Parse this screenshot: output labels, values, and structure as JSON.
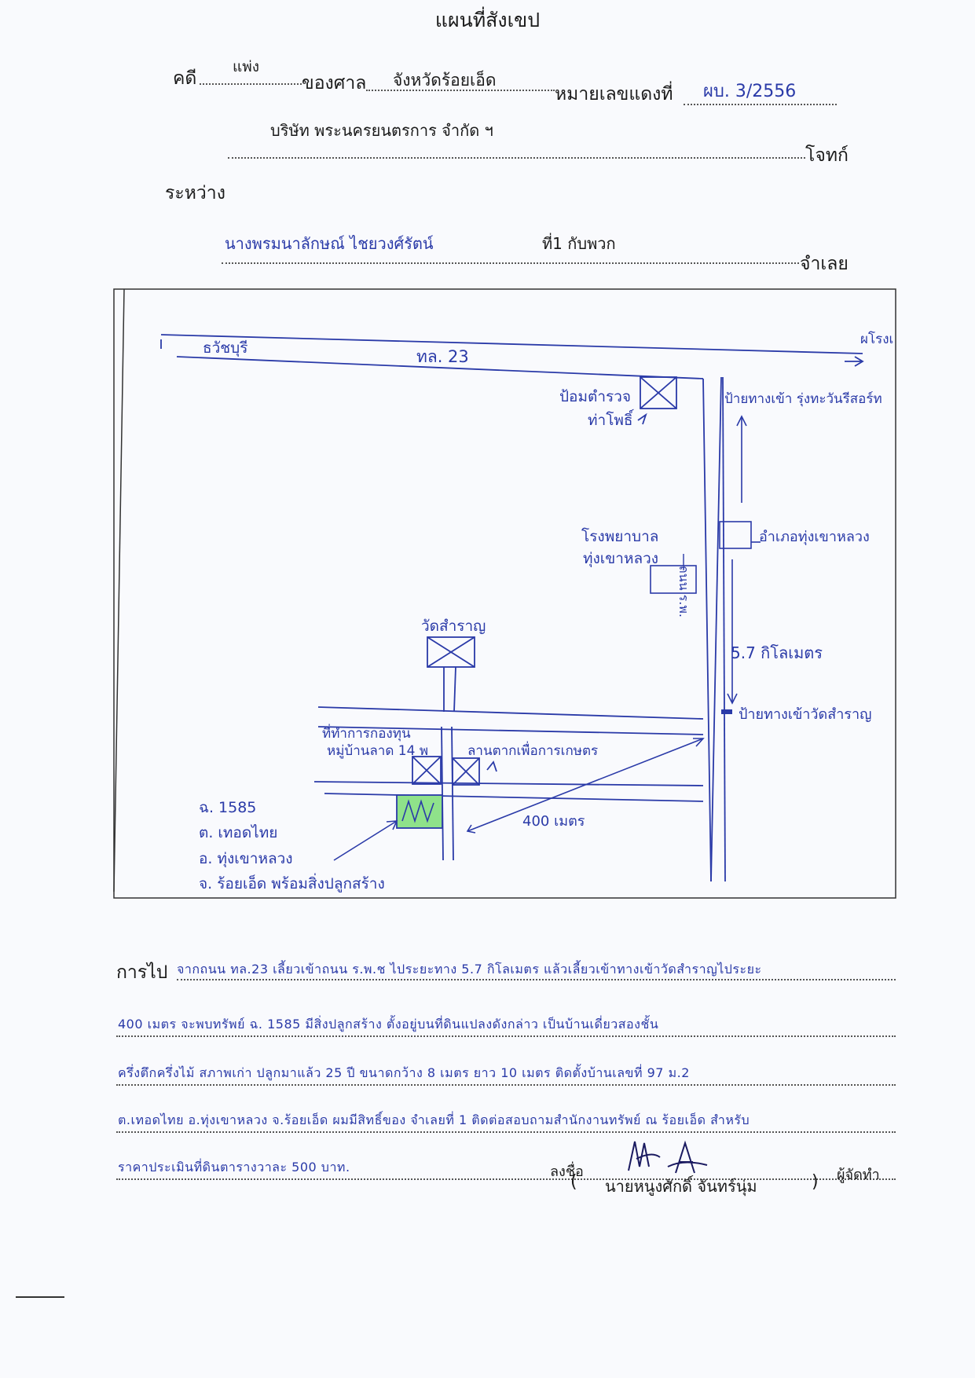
{
  "document": {
    "title": "แผนที่สังเขป",
    "header": {
      "case_label": "คดี",
      "case_type": "แพ่ง",
      "court_label": "ของศาล",
      "court_name": "จังหวัดร้อยเอ็ด",
      "red_number_label": "หมายเลขแดงที่",
      "red_number_value": "ผบ. 3/2556",
      "plaintiff_name": "บริษัท พระนครยนตรการ จำกัด ฯ",
      "plaintiff_label": "โจทก์",
      "between_label": "ระหว่าง",
      "defendant_name": "นางพรมนาลักษณ์ ไชยวงศ์รัตน์",
      "defendant_suffix": "ที่1 กับพวก",
      "defendant_label": "จำเลย"
    },
    "map": {
      "highway_west": "ธวัชบุรี",
      "highway_name": "ทล. 23",
      "highway_east": "ผโรงเ",
      "police_station": "ป้อมตำรวจ",
      "police_station_sub": "ท่าโพธิ์",
      "sign_top": "ป้ายทางเข้า รุ่งทะวันรีสอร์ท",
      "hospital_line1": "โรงพยาบาล",
      "hospital_line2": "ทุ่งเขาหลวง",
      "district_office": "อำเภอทุ่งเขาหลวง",
      "road_label": "ถนน ร.พ.",
      "distance": "5.7 กิโลเมตร",
      "sign_bottom": "ป้ายทางเข้าวัดสำราญ",
      "temple": "วัดสำราญ",
      "village_office_line1": "ที่ทำการกองทุน",
      "village_office_line2": "หมู่บ้านลาด 14 พ",
      "market_yard": "ลานตากเพื่อการเกษตร",
      "distance_400": "400 เมตร",
      "parcel_line1": "ฉ. 1585",
      "parcel_line2": "ต. เทอดไทย",
      "parcel_line3": "อ. ทุ่งเขาหลวง",
      "parcel_line4": "จ. ร้อยเอ็ด พร้อมสิ่งปลูกสร้าง"
    },
    "directions_label": "การไป",
    "directions_lines": [
      "จากถนน ทล.23 เลี้ยวเข้าถนน ร.พ.ช ไประยะทาง 5.7 กิโลเมตร แล้วเลี้ยวเข้าทางเข้าวัดสำราญไประยะ",
      "400 เมตร จะพบทรัพย์ ฉ. 1585 มีสิ่งปลูกสร้าง ตั้งอยู่บนที่ดินแปลงดังกล่าว เป็นบ้านเดี่ยวสองชั้น",
      "ครึ่งตึกครึ่งไม้ สภาพเก่า ปลูกมาแล้ว 25 ปี ขนาดกว้าง 8 เมตร ยาว 10 เมตร ติดตั้งบ้านเลขที่ 97 ม.2",
      "ต.เทอดไทย อ.ทุ่งเขาหลวง จ.ร้อยเอ็ด ผมมีสิทธิ์ของ จำเลยที่ 1 ติดต่อสอบถามสำนักงานทรัพย์ ณ ร้อยเอ็ด สำหรับ",
      "ราคาประเมินที่ดินตารางวาละ 500 บาท."
    ],
    "signature": {
      "sign_label": "ลงชื่อ",
      "open_paren": "(",
      "name": "นายหนูงศักดิ์ จันทร์นุ่ม",
      "close_paren": ")",
      "role": "ผู้จัดทำ"
    }
  }
}
